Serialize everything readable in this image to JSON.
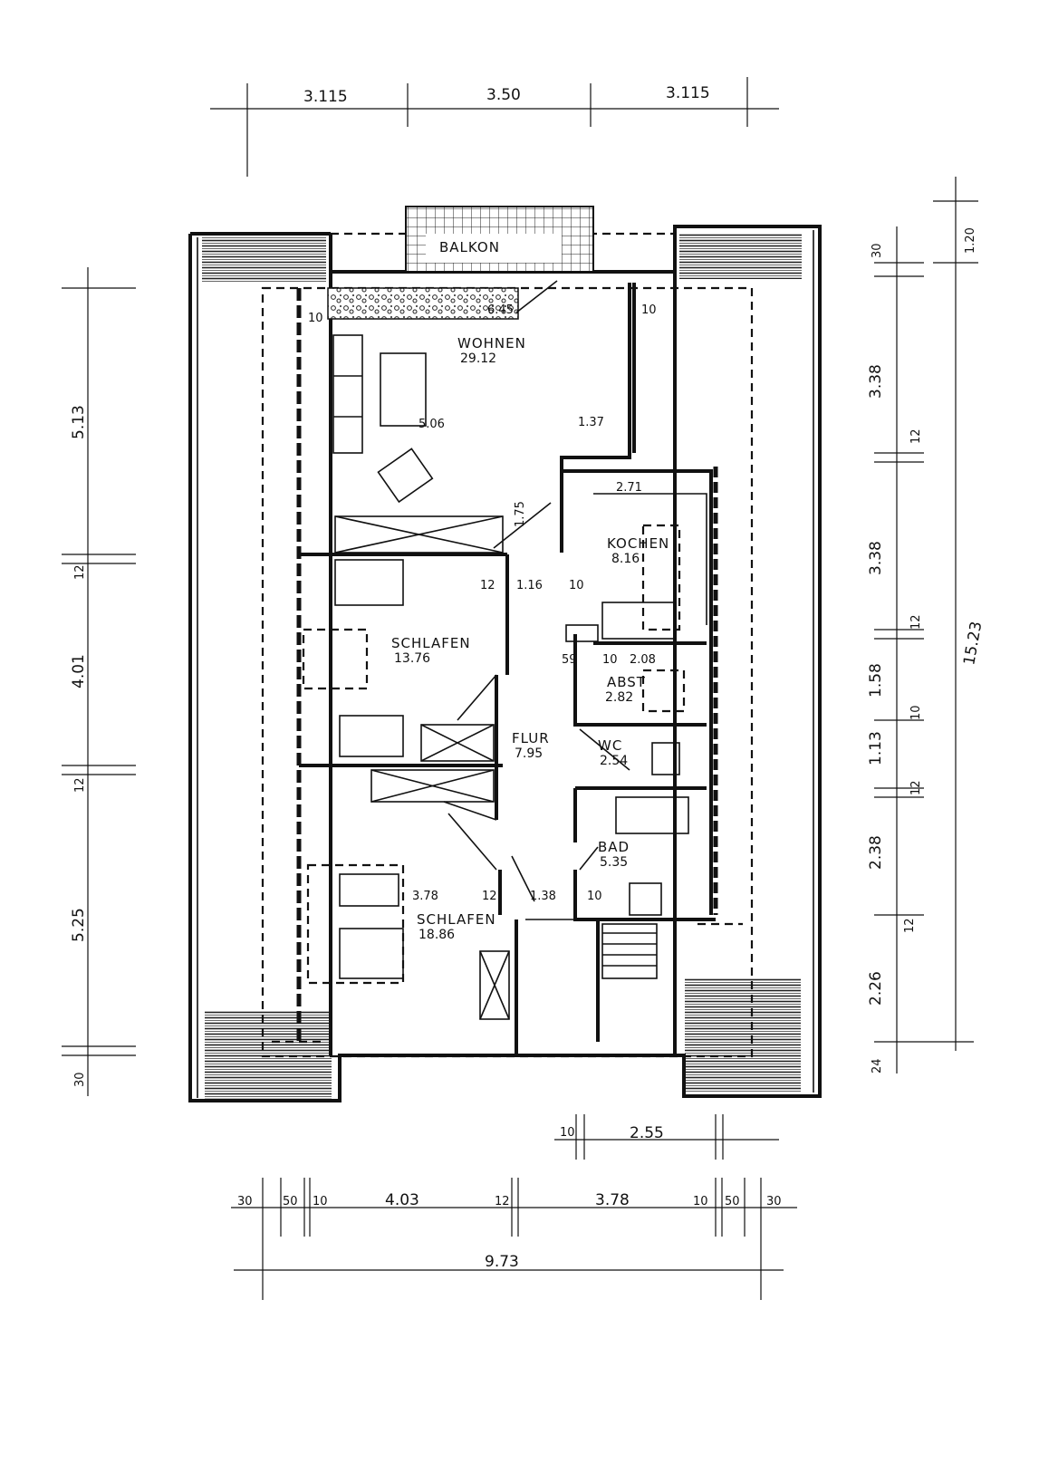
{
  "rooms": {
    "balkon": {
      "label": "BALKON"
    },
    "wohnen": {
      "label": "WOHNEN",
      "area": "29.12"
    },
    "kochen": {
      "label": "KOCHEN",
      "area": "8.16"
    },
    "schlafen1": {
      "label": "SCHLAFEN",
      "area": "13.76"
    },
    "abst": {
      "label": "ABST",
      "area": "2.82"
    },
    "flur": {
      "label": "FLUR",
      "area": "7.95"
    },
    "wc": {
      "label": "WC",
      "area": "2.54"
    },
    "bad": {
      "label": "BAD",
      "area": "5.35"
    },
    "schlafen2": {
      "label": "SCHLAFEN",
      "area": "18.86"
    }
  },
  "interior_dims": {
    "balkon_depth": "6.45",
    "wohnen_width": "5.06",
    "wohnen_right": "1.37",
    "wall_10_left": "10",
    "wall_10_right": "10",
    "kochen_width": "2.71",
    "flur_depth": "1.75",
    "flur_width": "1.16",
    "wall_12_a": "12",
    "wall_10_b": "10",
    "abst_a": "59",
    "abst_b": "10",
    "abst_width": "2.08",
    "schlafen2_width": "3.78",
    "wall_12_c": "12",
    "bad_flur": "1.38",
    "wall_10_c": "10"
  },
  "top_dims": [
    "3.115",
    "3.50",
    "3.115"
  ],
  "left_dims": [
    "5.13",
    "12",
    "4.01",
    "12",
    "5.25",
    "30"
  ],
  "right_dims": [
    "30",
    "3.38",
    "12",
    "3.38",
    "12",
    "1.58",
    "10",
    "1.13",
    "12",
    "2.38",
    "12",
    "2.26",
    "24"
  ],
  "right_extra": {
    "balkon_depth": "1.20",
    "total_depth": "15.23"
  },
  "stair_dims": [
    "10",
    "2.55"
  ],
  "bottom_dims": [
    "30",
    "50",
    "10",
    "4.03",
    "12",
    "3.78",
    "10",
    "50",
    "30"
  ],
  "total_width": "9.73",
  "colors": {
    "ink": "#111111",
    "paper": "#ffffff"
  }
}
